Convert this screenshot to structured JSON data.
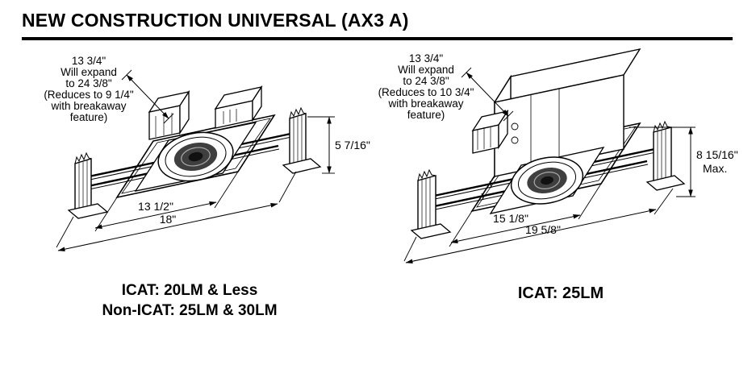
{
  "title": "NEW CONSTRUCTION UNIVERSAL (AX3 A)",
  "colors": {
    "ink": "#000000",
    "background": "#ffffff"
  },
  "left": {
    "note": [
      "13 3/4\"",
      "Will expand",
      "to 24 3/8\"",
      "(Reduces to 9 1/4\"",
      "with breakaway",
      "feature)"
    ],
    "height": "5 7/16\"",
    "inner_width": "13 1/2\"",
    "outer_width": "18\"",
    "caption": [
      "ICAT: 20LM & Less",
      "Non-ICAT: 25LM & 30LM"
    ]
  },
  "right": {
    "note": [
      "13 3/4\"",
      "Will expand",
      "to 24 3/8\"",
      "(Reduces to 10 3/4\"",
      "with breakaway",
      "feature)"
    ],
    "height": "8 15/16\"",
    "height_suffix": "Max.",
    "inner_width": "15 1/8\"",
    "outer_width": "19 5/8\"",
    "caption": [
      "ICAT: 25LM"
    ]
  }
}
